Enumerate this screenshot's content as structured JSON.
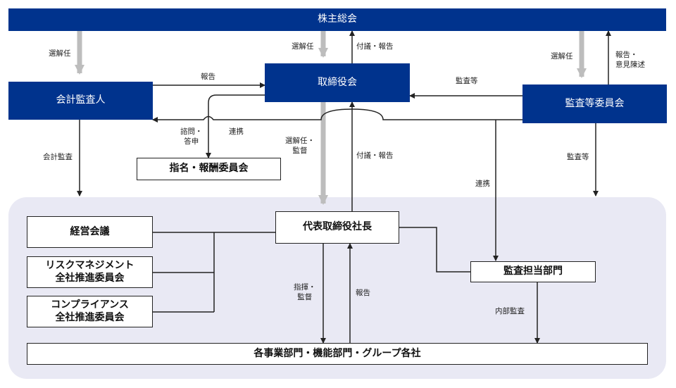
{
  "nodes": {
    "shareholders": "株主総会",
    "board": "取締役会",
    "auditor": "会計監査人",
    "audit_committee": "監査等委員会",
    "nomination": "指名・報酬委員会",
    "president": "代表取締役社長",
    "management_meeting": "経営会議",
    "risk_committee": "リスクマネジメント\n全社推進委員会",
    "compliance_committee": "コンプライアンス\n全社推進委員会",
    "internal_audit": "監査担当部門",
    "divisions": "各事業部門・機能部門・グループ各社"
  },
  "labels": {
    "elect_auditor": "選解任",
    "elect_board": "選解任",
    "report_board_to_sh": "付議・報告",
    "elect_committee": "選解任",
    "report_committee_to_sh": "報告・\n意見陳述",
    "report_auditor": "報告",
    "audit_etc_to_board": "監査等",
    "consult": "諮問・\n答申",
    "cooperation_1": "連携",
    "elect_supervise": "選解任・\n監督",
    "report_pres_to_board": "付議・報告",
    "accounting_audit": "会計監査",
    "audit_etc_down": "監査等",
    "cooperation_2": "連携",
    "direct_supervise": "指揮・\n監督",
    "report_div": "報告",
    "internal_audit_label": "内部監査"
  },
  "colors": {
    "navy": "#00338d",
    "panel": "#e9e9f4",
    "gray_arrow": "#bdbdbd",
    "line": "#222222"
  }
}
